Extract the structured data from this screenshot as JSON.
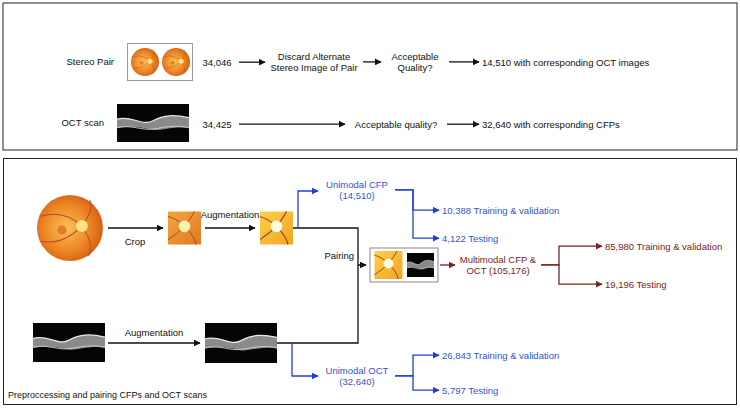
{
  "diagram": {
    "nodes": [
      {
        "text": [
          "Stereo Pair"
        ]
      },
      {
        "text": [
          "34,046"
        ]
      },
      {
        "text": [
          "Discard Alternate Stereo Image of Pair"
        ]
      },
      {
        "text": [
          "Acceptable Quality?"
        ]
      },
      {
        "text": [
          "14,510 with corresponding OCT images"
        ]
      },
      {
        "text": [
          "OCT scan"
        ]
      },
      {
        "text": [
          "34,425"
        ]
      },
      {
        "text": [
          "Acceptable quality?"
        ]
      },
      {
        "text": [
          "32,640 with corresponding CFPs"
        ]
      },
      {
        "text": [
          "Preproccessing and pairing CFPs and OCT scans"
        ]
      },
      {
        "text": [
          "Unimodal CFP (14,510)"
        ],
        "in": 9
      },
      {
        "text": [
          "10,388 Training & validation"
        ],
        "in": 9
      },
      {
        "text": [
          "4,122 Testing"
        ],
        "in": 9
      },
      {
        "text": [
          "Multimodal CFP & OCT (105,176)"
        ],
        "in": 9
      },
      {
        "text": [
          "85,980 Training & validation"
        ],
        "in": 9
      },
      {
        "text": [
          "19,196 Testing"
        ],
        "in": 9
      },
      {
        "text": [
          "Unimodal OCT (32,640)"
        ],
        "in": 9
      },
      {
        "text": [
          "26,843 Training & validation"
        ],
        "in": 9
      },
      {
        "text": [
          "5,797 Testing"
        ],
        "in": 9
      }
    ],
    "edges": [
      {
        "from": 1,
        "to": 2,
        "arrow": "to"
      },
      {
        "from": 2,
        "to": 3,
        "arrow": "to"
      },
      {
        "from": 3,
        "to": 4,
        "arrow": "to"
      },
      {
        "from": 6,
        "to": 7,
        "arrow": "to"
      },
      {
        "from": 7,
        "to": 8,
        "arrow": "to"
      },
      {
        "from": 10,
        "to": 11,
        "arrow": "to"
      },
      {
        "from": 10,
        "to": 12,
        "arrow": "to"
      },
      {
        "from": 13,
        "to": 14,
        "arrow": "to"
      },
      {
        "from": 13,
        "to": 15,
        "arrow": "to"
      },
      {
        "from": 16,
        "to": 17,
        "arrow": "to"
      },
      {
        "from": 16,
        "to": 18,
        "arrow": "to"
      }
    ],
    "labels": [
      "Crop",
      "Augmentation",
      "Augmentation",
      "Pairing"
    ]
  }
}
